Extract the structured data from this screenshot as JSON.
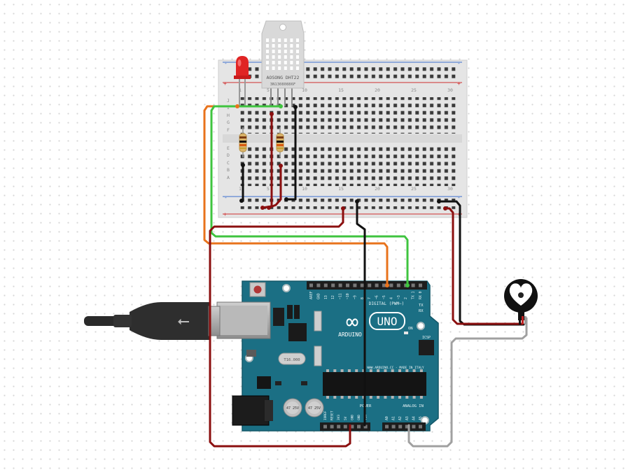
{
  "breadboard": {
    "row_letters": [
      "J",
      "I",
      "H",
      "G",
      "F",
      "E",
      "D",
      "C",
      "B",
      "A"
    ],
    "column_numbers": [
      "1",
      "5",
      "10",
      "15",
      "20",
      "25",
      "30"
    ]
  },
  "dht_sensor": {
    "brand": "AOSONG",
    "model": "DHT22",
    "serial": "3N13080886F"
  },
  "arduino": {
    "logo_mark": "∞",
    "model": "UNO",
    "brand": "ARDUINO",
    "digital_header": "DIGITAL (PWM~)",
    "analog_header": "ANALOG IN",
    "power_header": "POWER",
    "on_label": "ON",
    "icsp_label": "ICSP",
    "tx_label": "TX",
    "rx_label": "RX",
    "website": "WWW.ARDUINO.CC - MADE IN ITALY",
    "crystal_label": "T16.000",
    "capacitor_label": "47 25V",
    "digital_pins": [
      "AREF",
      "GND",
      "13",
      "12",
      "~11",
      "~10",
      "~9",
      "8",
      "7",
      "~6",
      "~5",
      "4",
      "~3",
      "2",
      "TX 1",
      "RX 0"
    ],
    "power_pins": [
      "IOREF",
      "RESET",
      "3V3",
      "5V",
      "GND",
      "GND",
      "VIN"
    ],
    "analog_pins": [
      "A0",
      "A1",
      "A2",
      "A3",
      "A4",
      "A5"
    ]
  },
  "colors": {
    "wire_orange": "#e8731c",
    "wire_green": "#3fc43f",
    "wire_black": "#111111",
    "wire_darkred": "#8b0f0f",
    "wire_gray": "#a0a0a0",
    "board_teal": "#1b6f84",
    "breadboard": "#e5e5e5"
  }
}
